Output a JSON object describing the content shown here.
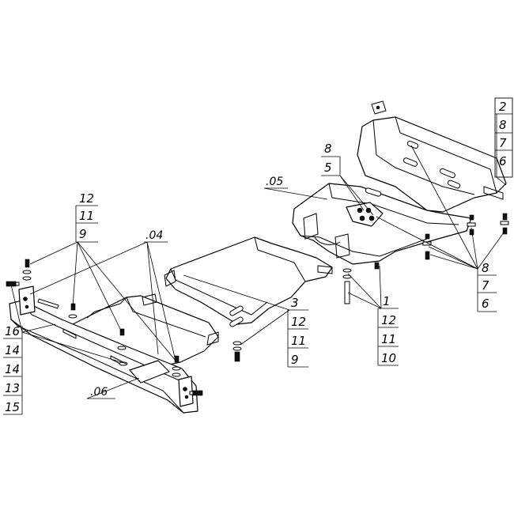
{
  "callouts": {
    "top_right_stack": [
      "2",
      "8",
      "7",
      "6"
    ],
    "mid_right_stack": [
      "8",
      "7",
      "6"
    ],
    "center_stack": [
      "1",
      "12",
      "11",
      "10"
    ],
    "plate3_stack": [
      "3",
      "12",
      "11",
      "9"
    ],
    "left_top_stack": [
      "12",
      "11",
      "9"
    ],
    "left_bottom_stack": [
      "16",
      "14",
      "14",
      "13",
      "15"
    ],
    "upper_pair": [
      "8",
      "5"
    ],
    "ref_05": ".05",
    "ref_04": ".04",
    "ref_06": ".06"
  },
  "colors": {
    "line": "#000000",
    "background": "#ffffff"
  }
}
